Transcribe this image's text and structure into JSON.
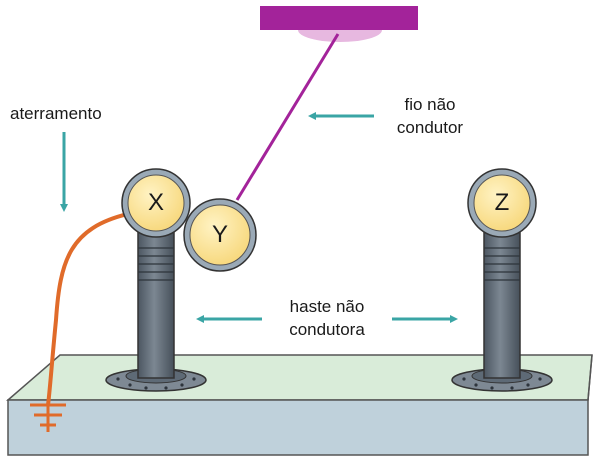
{
  "labels": {
    "grounding": "aterramento",
    "thread_line1": "fio não",
    "thread_line2": "condutor",
    "rod_line1": "haste não",
    "rod_line2": "condutora"
  },
  "spheres": {
    "x": "X",
    "y": "Y",
    "z": "Z"
  },
  "colors": {
    "base_top": "#d9ecd9",
    "base_front": "#bfd1db",
    "sphere_fill": "#fde59a",
    "sphere_ring": "#9aa9b6",
    "rod": "#5e6a76",
    "ground_wire": "#e06b2a",
    "thread": "#a3239a",
    "ceiling": "#a3239a",
    "arrows": "#3aa5a5"
  }
}
